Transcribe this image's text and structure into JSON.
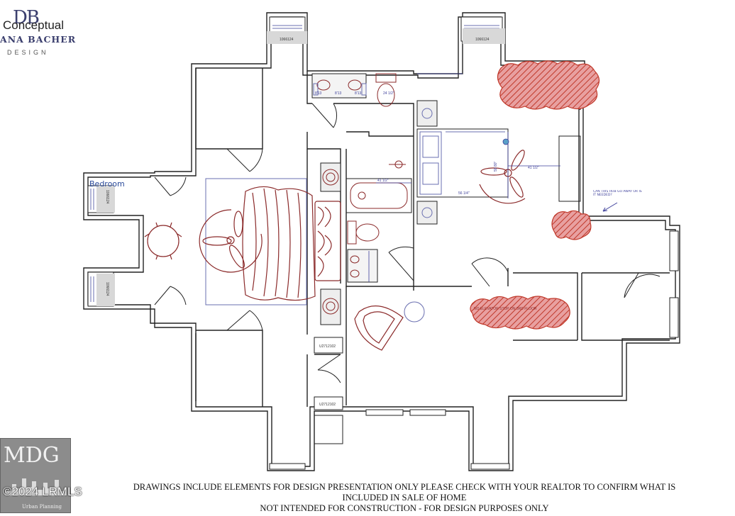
{
  "logo": {
    "monogram": "DB",
    "tagline": "Conceptual",
    "name": "ANA BACHER",
    "subtitle": "DESIGN"
  },
  "watermark": {
    "brand": "MDG",
    "caption": "Urban Planning",
    "copyright": "©2024 LRMLS"
  },
  "plan": {
    "room_label": "Bedroom",
    "window_tags": [
      "1066124",
      "1066124",
      "1066124",
      "1066124"
    ],
    "closet_tags": [
      "U2712102",
      "U2712102"
    ],
    "dimensions": [
      "24 1/2\"",
      "56 1/4\"",
      "41 1/2\"",
      "59 80\"",
      "41 1/2\"",
      "8'13",
      "8'13",
      "8'13"
    ],
    "note_hub": "CAN THIS HUB GO AWAY OR IS IT NEEDED?",
    "note_elevator": "NO ELEVATOR STOP ON 3RD FLOOR",
    "colors": {
      "wall": "#222222",
      "furniture": "#8b2a2a",
      "highlight": "#c0392b",
      "fixture": "#6a6fb0"
    }
  },
  "disclaimer": {
    "line1": "DRAWINGS INCLUDE ELEMENTS FOR DESIGN PRESENTATION ONLY PLEASE CHECK WITH YOUR REALTOR TO CONFIRM WHAT IS",
    "line2": "INCLUDED IN SALE OF HOME",
    "line3": "NOT INTENDED FOR CONSTRUCTION - FOR DESIGN PURPOSES ONLY"
  }
}
